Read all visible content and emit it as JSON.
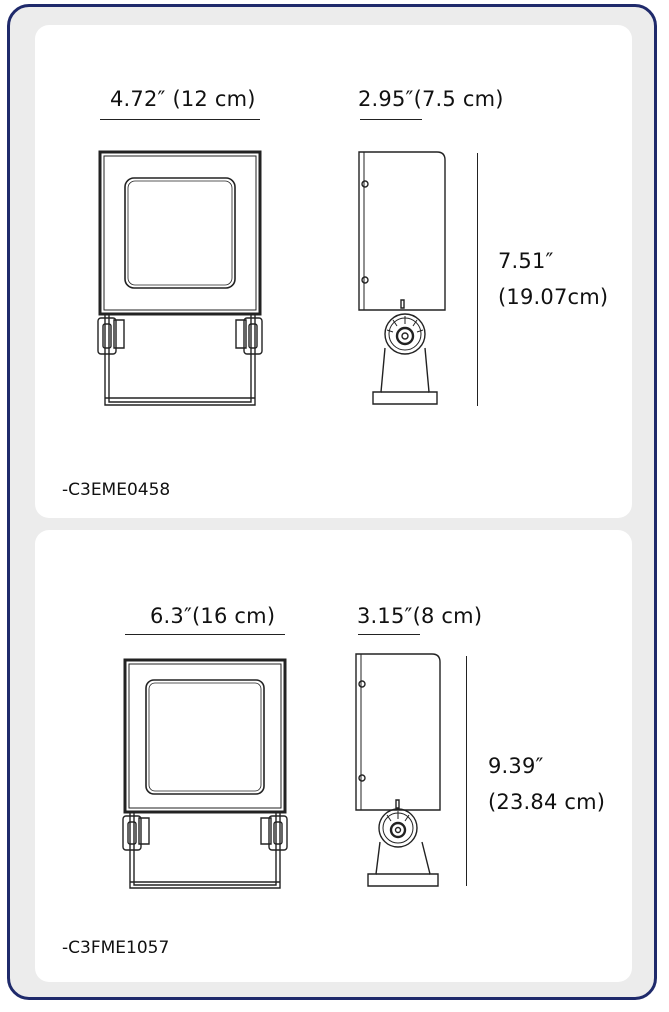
{
  "colors": {
    "frame_border": "#1f2a6b",
    "frame_background": "#ececec",
    "card_background": "#ffffff",
    "line": "#222222"
  },
  "products": [
    {
      "model": "-C3EME0458",
      "front_width": "4.72″ (12 cm)",
      "side_depth": "2.95″(7.5 cm)",
      "height_in": "7.51″",
      "height_cm": "(19.07cm)"
    },
    {
      "model": "-C3FME1057",
      "front_width": "6.3″(16 cm)",
      "side_depth": "3.15″(8 cm)",
      "height_in": "9.39″",
      "height_cm": "(23.84 cm)"
    }
  ]
}
